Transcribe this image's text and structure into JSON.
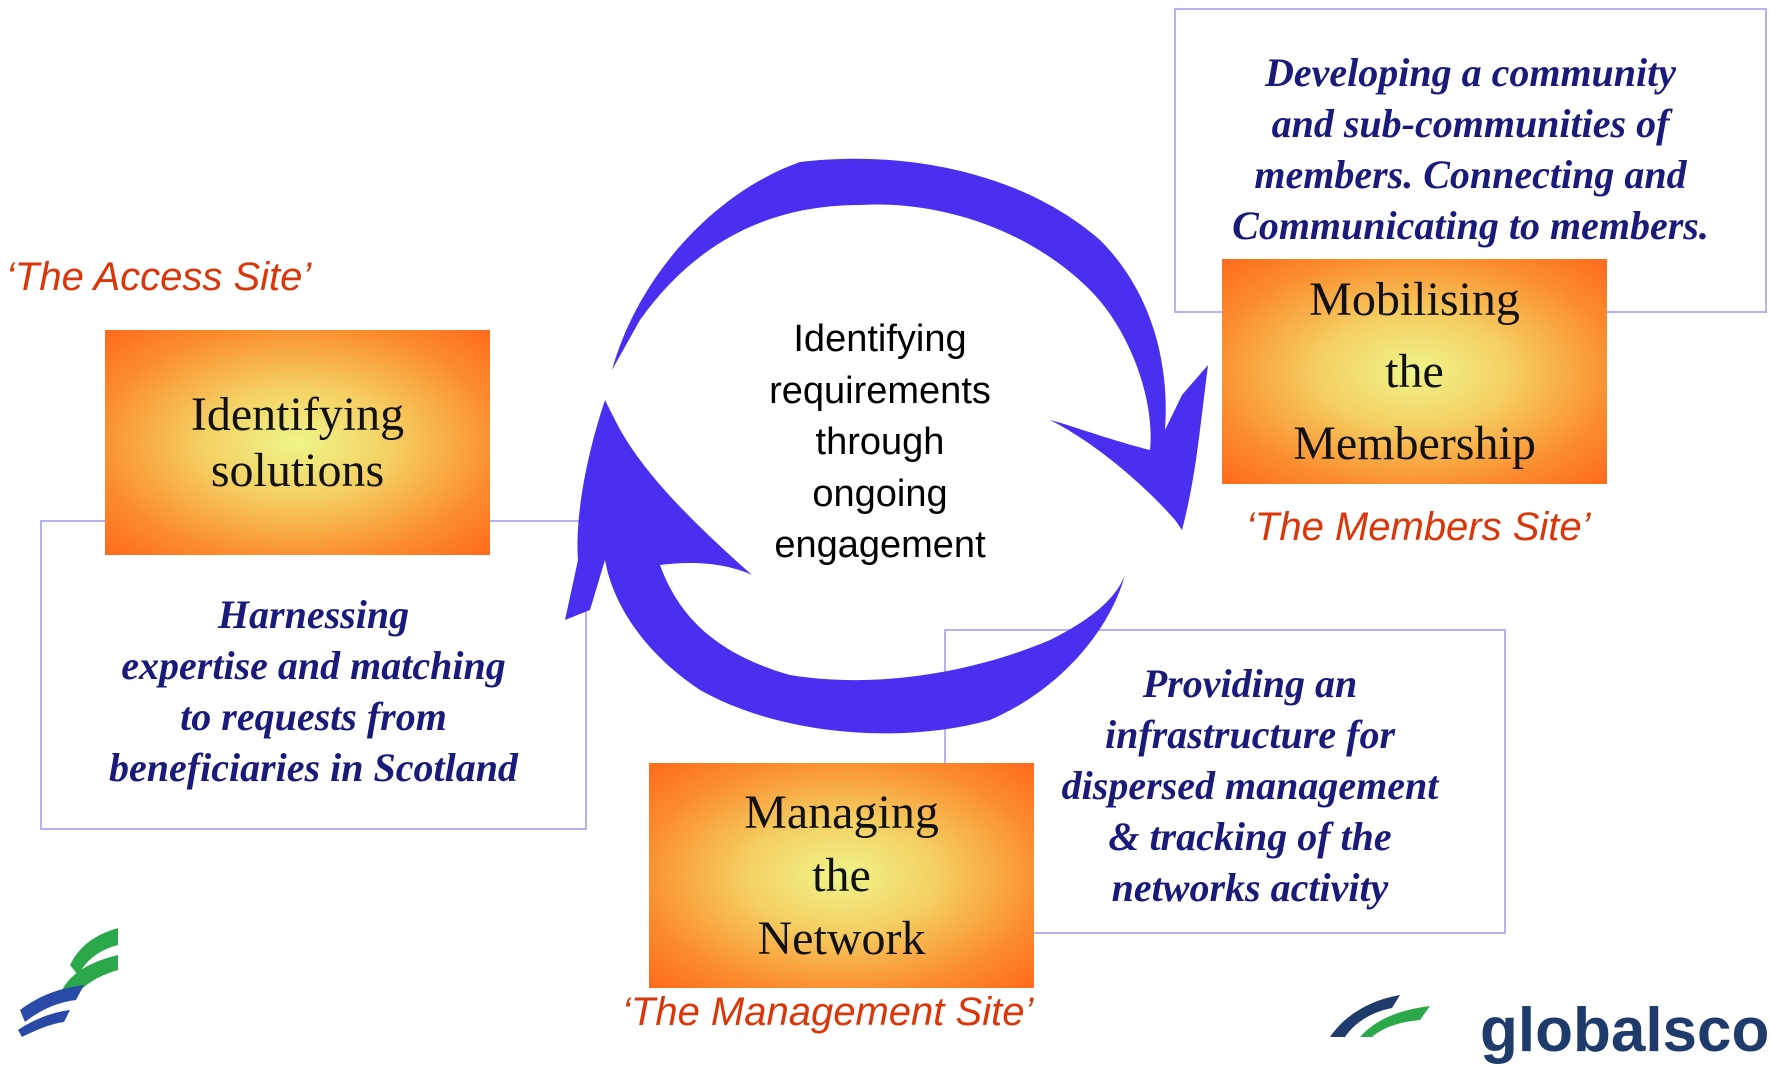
{
  "center": {
    "text": "Identifying\nrequirements\nthrough\nongoing\nengagement"
  },
  "access": {
    "box_label": "Identifying\nsolutions",
    "site_label": "‘The Access Site’",
    "description": "Harnessing\nexpertise and matching\nto requests from\nbeneficiaries in Scotland"
  },
  "members": {
    "box_label": "Mobilising\nthe\nMembership",
    "site_label": "‘The Members Site’",
    "description": "Developing a community\nand sub-communities of\nmembers. Connecting and\nCommunicating to members."
  },
  "management": {
    "box_label": "Managing\nthe\nNetwork",
    "site_label": "‘The Management Site’",
    "description": "Providing an\ninfrastructure for\ndispersed management\n& tracking of the\nnetworks activity"
  },
  "logo": {
    "text": "globalsco"
  },
  "colors": {
    "arrow": "#4a2ff0",
    "site_label": "#d9360a",
    "description": "#1a1a7a",
    "box_border": "#b4b2f2"
  }
}
